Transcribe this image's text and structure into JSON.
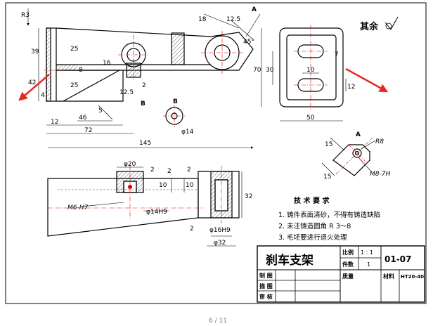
{
  "surface_note": {
    "label": "其余"
  },
  "dims": {
    "d_top_18": "18",
    "d_angle_left": "R3",
    "d_12_5_top": "12.5",
    "d_45_deg": "45°",
    "d_39": "39",
    "d_42": "42",
    "d_4": "4",
    "d_8": "8",
    "d_16": "16",
    "d_25a": "25",
    "d_25b": "25",
    "d_12_5": "12.5",
    "d_2_mid": "2",
    "d_12_bot": "12",
    "d_46": "46",
    "d_72": "72",
    "d_145": "145",
    "d_5": "5",
    "d_phi14": "φ14",
    "d_70": "70",
    "d_30": "30",
    "d_10": "10",
    "d_7": "7",
    "d_12_right": "12",
    "d_50": "50",
    "d_15a": "15",
    "d_15b": "15",
    "d_r8": "R8",
    "d_m8": "M8-7H",
    "d_phi20": "φ20",
    "d_2a": "2",
    "d_2b": "2",
    "d_2c": "2",
    "d_10a": "10",
    "d_10b": "10",
    "d_32": "32",
    "d_m6": "M6-H7",
    "d_phi14h9": "φ14H9",
    "d_phi16h9": "φ16H9",
    "d_phi32": "φ32",
    "d_2_low": "2"
  },
  "views": {
    "label_a_top": "A",
    "label_a_detail": "A",
    "label_b_1": "B",
    "label_b_2": "B"
  },
  "tech": {
    "title": "技 术 要 求",
    "line1": "1. 铸件表面清砂，不得有铸造缺陷",
    "line2": "2. 未注铸造圆角 R 3～8",
    "line3": "3. 毛坯要进行退火处理"
  },
  "title_block": {
    "part_name": "刹车支架",
    "scale_label": "比例",
    "scale_value": "1 : 1",
    "qty_label": "件数",
    "qty_value": "1",
    "drawing_no": "01-07",
    "weight_label": "质量",
    "material_label": "材料",
    "material_value": "HT20-40",
    "drawn_label": "制 图",
    "traced_label": "描 图",
    "checked_label": "审 核"
  },
  "footer": {
    "page": "6 / 11"
  },
  "colors": {
    "line": "#000000",
    "center": "#e00000",
    "hidden": "#2040c0",
    "arrow": "#e8281e"
  }
}
